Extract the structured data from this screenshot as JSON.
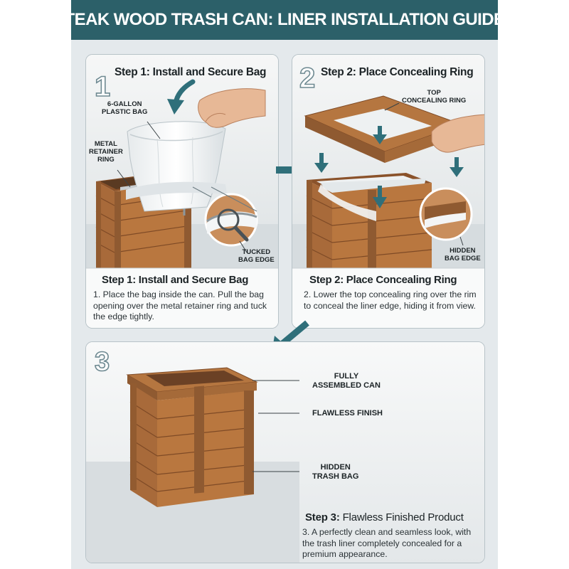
{
  "title": "TEAK WOOD TRASH CAN: LINER INSTALLATION GUIDE",
  "steps": [
    {
      "number": "1",
      "heading": "Step 1: Install and Secure Bag",
      "caption_title": "Step 1: Install and Secure Bag",
      "caption_text": "1. Place the bag inside the can. Pull the bag opening over the metal retainer ring and tuck the edge tightly.",
      "callouts": {
        "bag": [
          "6-GALLON",
          "PLASTIC BAG"
        ],
        "ring": [
          "METAL",
          "RETAINER",
          "RING"
        ],
        "edge": [
          "TUCKED",
          "BAG EDGE"
        ]
      }
    },
    {
      "number": "2",
      "heading": "Step 2: Place Concealing Ring",
      "caption_title": "Step 2: Place Concealing Ring",
      "caption_text": "2. Lower the top concealing ring over the rim to conceal the liner edge, hiding it from view.",
      "callouts": {
        "ring": [
          "TOP",
          "CONCEALING RING"
        ],
        "edge": [
          "HIDDEN",
          "BAG EDGE"
        ]
      }
    },
    {
      "number": "3",
      "title_bold": "Step 3:",
      "title_rest": "Flawless Finished Product",
      "caption_text": "3. A perfectly clean and seamless look, with the trash liner completely concealed for a premium appearance.",
      "callouts": {
        "assembled": [
          "FULLY",
          "ASSEMBLED CAN"
        ],
        "finish": [
          "FLAWLESS FINISH"
        ],
        "bag": [
          "HIDDEN",
          "TRASH BAG"
        ]
      }
    }
  ],
  "colors": {
    "banner": "#2c6069",
    "accent_arrow": "#2f6f7a",
    "teak": "#b0703f",
    "teak_dark": "#7e4a26",
    "bag": "#f2f4f5"
  }
}
